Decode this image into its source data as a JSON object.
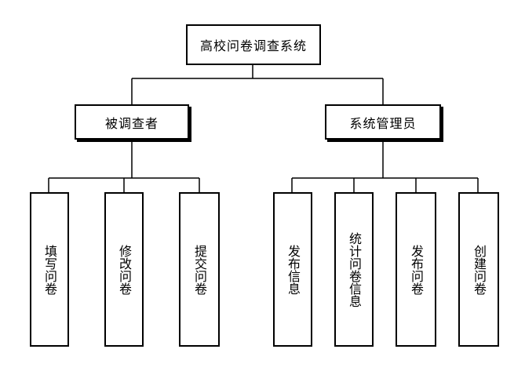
{
  "root": {
    "label": "高校问卷调查系统"
  },
  "groups": [
    {
      "label": "被调查者",
      "children": [
        "填写问卷",
        "修改问卷",
        "提交问卷"
      ]
    },
    {
      "label": "系统管理员",
      "children": [
        "发布信息",
        "统计问卷信息",
        "发布问卷",
        "创建问卷"
      ]
    }
  ]
}
